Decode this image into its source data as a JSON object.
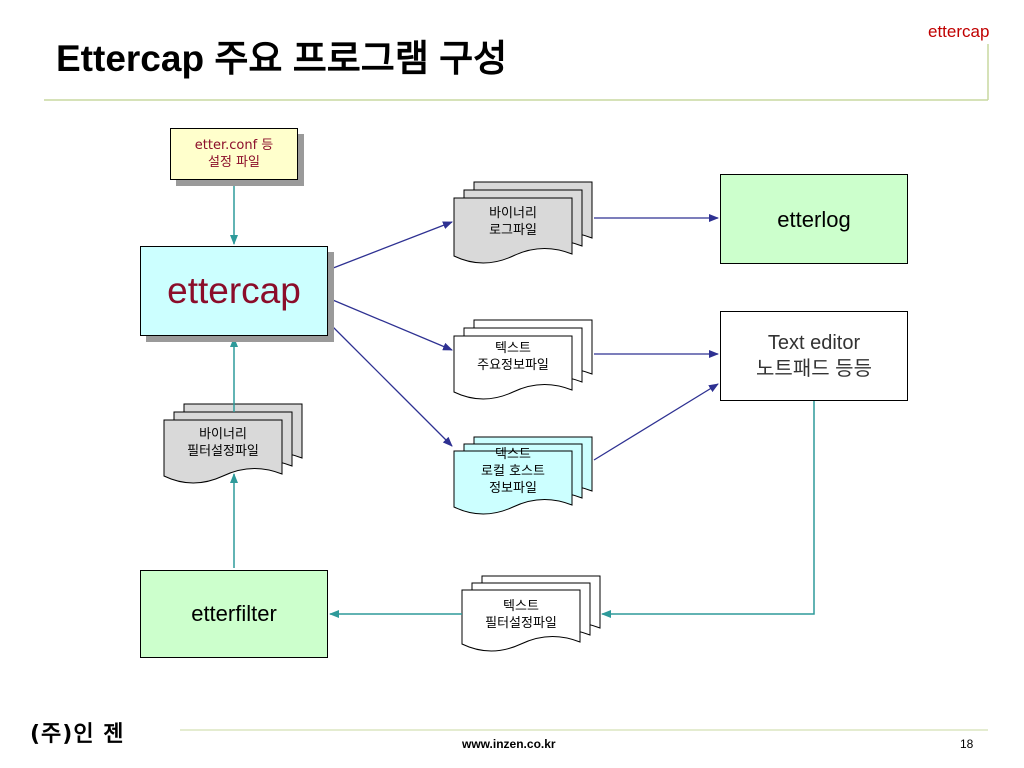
{
  "header": {
    "title": "Ettercap 주요 프로그램 구성",
    "corner_label": "ettercap"
  },
  "nodes": {
    "config_file": "etter.conf 등\n설정 파일",
    "ettercap": "ettercap",
    "filter_binary": "바이너리\n필터설정파일",
    "etterfilter": "etterfilter",
    "binary_log": "바이너리\n로그파일",
    "text_info": "텍스트\n주요정보파일",
    "text_localhost": "텍스트\n로컬 호스트\n정보파일",
    "etterlog": "etterlog",
    "text_editor": "Text editor\n노트패드 등등",
    "text_filter": "텍스트\n필터설정파일"
  },
  "footer": {
    "logo": "(주)인 젠",
    "url": "www.inzen.co.kr",
    "page": "18"
  },
  "colors": {
    "title_accent": "#c00000",
    "ettercap_text": "#8b0d2a",
    "cyan_fill": "#ccffff",
    "green_fill": "#ccffcc",
    "yellow_fill": "#ffffcc",
    "doc_gray": "#d9d9d9",
    "blue_arrow": "#2e3192",
    "teal_line": "#2e9a9a"
  }
}
